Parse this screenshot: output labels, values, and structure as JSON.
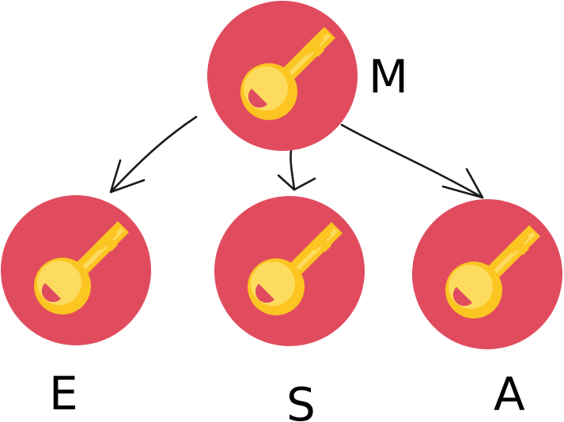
{
  "colors": {
    "node_fill": "#e04c5e",
    "key_gold": "#fcc521",
    "key_light": "#fddb5e",
    "key_hole": "#e04c5e",
    "arrow": "#1a1a1a"
  },
  "nodes": {
    "root": {
      "label": "M",
      "icon": "key-icon"
    },
    "child_left": {
      "label": "E",
      "icon": "key-icon"
    },
    "child_middle": {
      "label": "S",
      "icon": "key-icon"
    },
    "child_right": {
      "label": "A",
      "icon": "key-icon"
    }
  },
  "edges": [
    {
      "from": "M",
      "to": "E"
    },
    {
      "from": "M",
      "to": "S"
    },
    {
      "from": "M",
      "to": "A"
    }
  ]
}
